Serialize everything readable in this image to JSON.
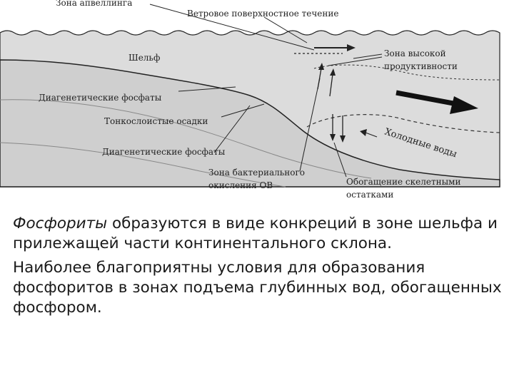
{
  "diagram": {
    "labels": {
      "upwelling_zone": "Зона апвеллинга",
      "wind_current": "Ветровое поверхностное течение",
      "shelf": "Шельф",
      "high_productivity_line1": "Зона высокой",
      "high_productivity_line2": "продуктивности",
      "diagenetic_phosphates_1": "Диагенетические фосфаты",
      "thin_layer_sediments": "Тонкослоистые осадки",
      "diagenetic_phosphates_2": "Диагенетические фосфаты",
      "cold_waters": "Холодные воды",
      "bacterial_zone_line1": "Зона бактериального",
      "bacterial_zone_line2": "окисления ОВ",
      "skeletal_enrichment_line1": "Обогащение скелетными",
      "skeletal_enrichment_line2": "остатками"
    },
    "colors": {
      "water": "#dcdcdc",
      "seabed": "#cfcfcf",
      "stroke": "#222222"
    }
  },
  "text": {
    "p1_term": "Фосфориты",
    "p1_rest": " образуются в виде конкреций в зоне шельфа и прилежащей части континентального склона.",
    "p2": "Наиболее благоприятны условия для образования фосфоритов в зонах подъема глубинных вод, обогащенных фосфором."
  }
}
